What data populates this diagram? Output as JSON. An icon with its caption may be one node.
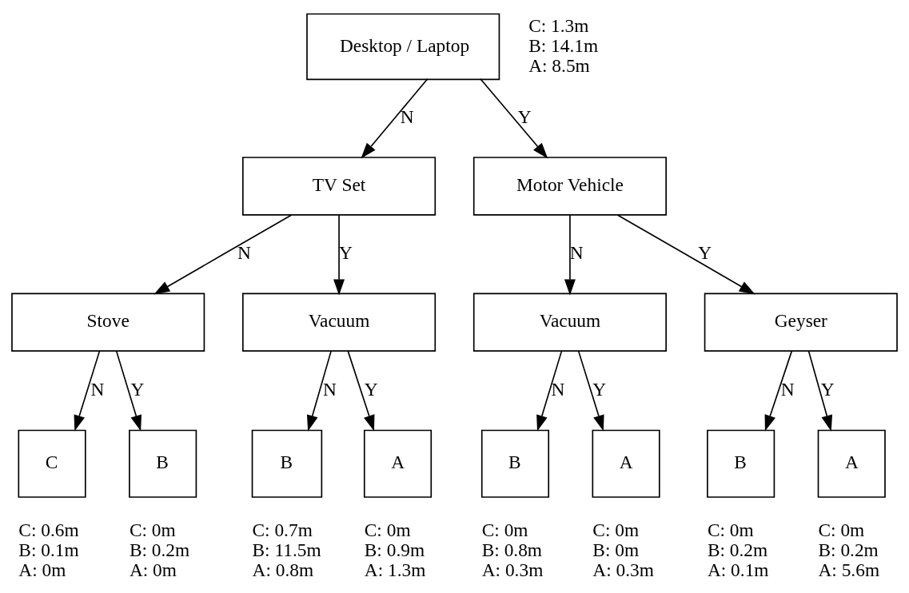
{
  "diagram": {
    "nodes": [
      {
        "text": [
          "Desktop / Laptop"
        ],
        "beside": [
          "C: 1.3m B: 14.1m A: 8.5m"
        ]
      },
      {
        "text": [
          "TV Set"
        ]
      },
      {
        "text": [
          "Motor Vehicle"
        ]
      },
      {
        "text": [
          "Stove"
        ]
      },
      {
        "text": [
          "Vacuum"
        ]
      },
      {
        "text": [
          "Vacuum"
        ]
      },
      {
        "text": [
          "Geyser"
        ]
      },
      {
        "text": [
          "C"
        ],
        "beside": [
          "C: 0.6m B: 0.1m A: 0m"
        ]
      },
      {
        "text": [
          "B"
        ],
        "beside": [
          "C: 0m B: 0.2m A: 0m"
        ]
      },
      {
        "text": [
          "B"
        ],
        "beside": [
          "C: 0.7m B: 11.5m A: 0.8m"
        ]
      },
      {
        "text": [
          "A"
        ],
        "beside": [
          "C: 0m B: 0.9m A: 1.3m"
        ]
      },
      {
        "text": [
          "B"
        ],
        "beside": [
          "C: 0m B: 0.8m A: 0.3m"
        ]
      },
      {
        "text": [
          "A"
        ],
        "beside": [
          "C: 0m B: 0m A: 0.3m"
        ]
      },
      {
        "text": [
          "B"
        ],
        "beside": [
          "C: 0m B: 0.2m A: 0.1m"
        ]
      },
      {
        "text": [
          "A"
        ],
        "beside": [
          "C: 0m B: 0.2m A: 5.6m"
        ]
      }
    ],
    "edges": [
      {
        "from": 0,
        "to": 1,
        "arrow": "to",
        "label": "N"
      },
      {
        "from": 0,
        "to": 2,
        "arrow": "to",
        "label": "Y"
      },
      {
        "from": 1,
        "to": 3,
        "arrow": "to",
        "label": "N"
      },
      {
        "from": 1,
        "to": 4,
        "arrow": "to",
        "label": "Y"
      },
      {
        "from": 2,
        "to": 5,
        "arrow": "to",
        "label": "N"
      },
      {
        "from": 2,
        "to": 6,
        "arrow": "to",
        "label": "Y"
      },
      {
        "from": 3,
        "to": 7,
        "arrow": "to",
        "label": "N"
      },
      {
        "from": 3,
        "to": 8,
        "arrow": "to",
        "label": "Y"
      },
      {
        "from": 4,
        "to": 9,
        "arrow": "to",
        "label": "N"
      },
      {
        "from": 4,
        "to": 10,
        "arrow": "to",
        "label": "Y"
      },
      {
        "from": 5,
        "to": 11,
        "arrow": "to",
        "label": "N"
      },
      {
        "from": 5,
        "to": 12,
        "arrow": "to",
        "label": "Y"
      },
      {
        "from": 6,
        "to": 13,
        "arrow": "to",
        "label": "N"
      },
      {
        "from": 6,
        "to": 14,
        "arrow": "to",
        "label": "Y"
      }
    ]
  }
}
